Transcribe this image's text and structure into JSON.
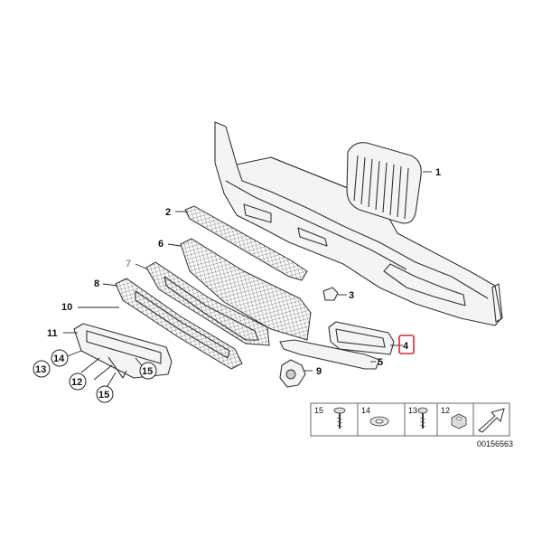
{
  "diagram_code": "00156563",
  "callouts": {
    "c1": "1",
    "c2": "2",
    "c3": "3",
    "c4": "4",
    "c5": "5",
    "c6": "6",
    "c7": "7",
    "c8": "8",
    "c9": "9",
    "c10": "10",
    "c11": "11",
    "c12": "12",
    "c13": "13",
    "c14": "14",
    "c15a": "15",
    "c15b": "15"
  },
  "legend": {
    "items": [
      {
        "num": "15",
        "icon": "screw-icon"
      },
      {
        "num": "14",
        "icon": "washer-icon"
      },
      {
        "num": "13",
        "icon": "screw-icon"
      },
      {
        "num": "12",
        "icon": "nut-icon"
      }
    ],
    "arrow_icon": "direction-arrow-icon"
  },
  "highlight_color": "#d9272e"
}
